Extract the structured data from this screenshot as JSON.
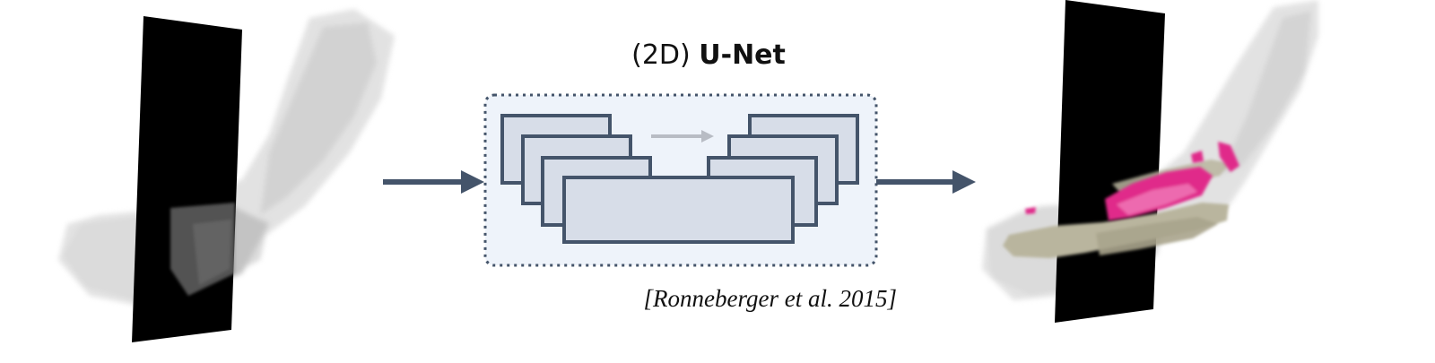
{
  "diagram": {
    "title_prefix": "(2D)",
    "title_model": "U-Net",
    "citation": "[Ronneberger et al. 2015]",
    "colors": {
      "arrow": "#44546a",
      "box_fill": "#eef3fa",
      "block_fill": "#d7dde8",
      "block_stroke": "#44546a",
      "skip_arrow": "#b8bcc4",
      "slice": "#000000",
      "segmentation_magenta": "#e02a8a",
      "segmentation_bone": "#b9b59e"
    },
    "icons": {
      "input_volume": "arm-ct-volume-with-slice",
      "output_volume": "segmented-arm-volume-with-slice",
      "network": "u-net-block-diagram"
    }
  }
}
